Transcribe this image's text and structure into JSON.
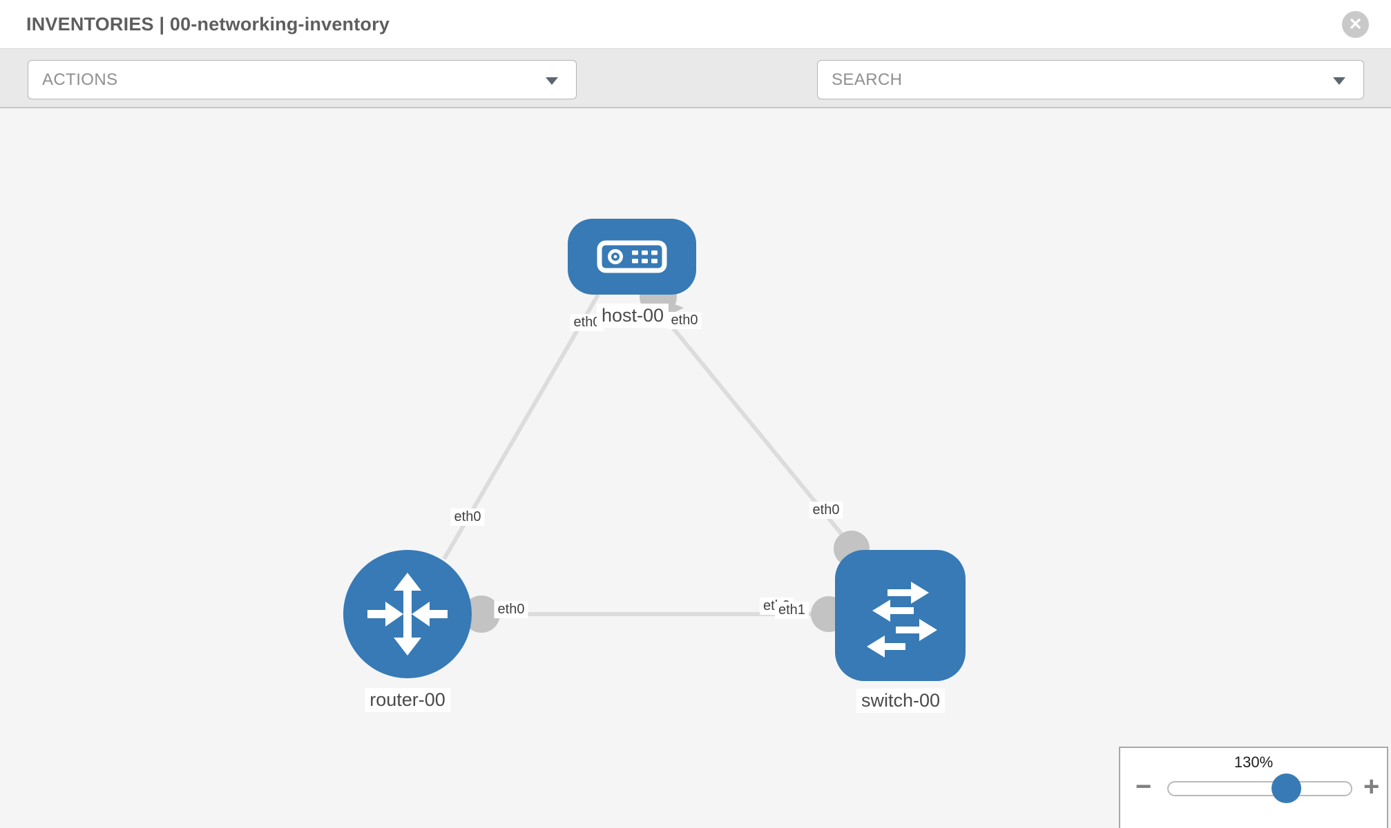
{
  "header": {
    "title": "INVENTORIES | 00-networking-inventory",
    "close_glyph": "✕"
  },
  "toolbar": {
    "actions_label": "ACTIONS",
    "search_label": "SEARCH",
    "icons": [
      {
        "name": "wrench-icon"
      },
      {
        "name": "key-icon"
      }
    ]
  },
  "topology": {
    "nodes": [
      {
        "id": "host-00",
        "label": "host-00",
        "type": "host",
        "shape": "rounded-rect"
      },
      {
        "id": "router-00",
        "label": "router-00",
        "type": "router",
        "shape": "circle"
      },
      {
        "id": "switch-00",
        "label": "switch-00",
        "type": "switch",
        "shape": "rounded-square"
      }
    ],
    "links": [
      {
        "from": "host-00",
        "from_interface": "eth0",
        "to": "router-00",
        "to_interface": "eth0"
      },
      {
        "from": "host-00",
        "from_interface": "eth0",
        "to": "switch-00",
        "to_interface": "eth0"
      },
      {
        "from": "router-00",
        "from_interface": "eth0",
        "to": "switch-00",
        "to_interface": "eth1",
        "to_interface_occluded": "eth0"
      }
    ]
  },
  "zoom_control": {
    "level": "130%",
    "minus_glyph": "−",
    "plus_glyph": "+"
  },
  "colors": {
    "node_blue": "#377ab5",
    "link_gray": "#dcdcdc",
    "connector_gray": "#c3c3c3",
    "canvas_bg": "#f5f5f6",
    "toolbar_bg": "#e9e9e9"
  }
}
